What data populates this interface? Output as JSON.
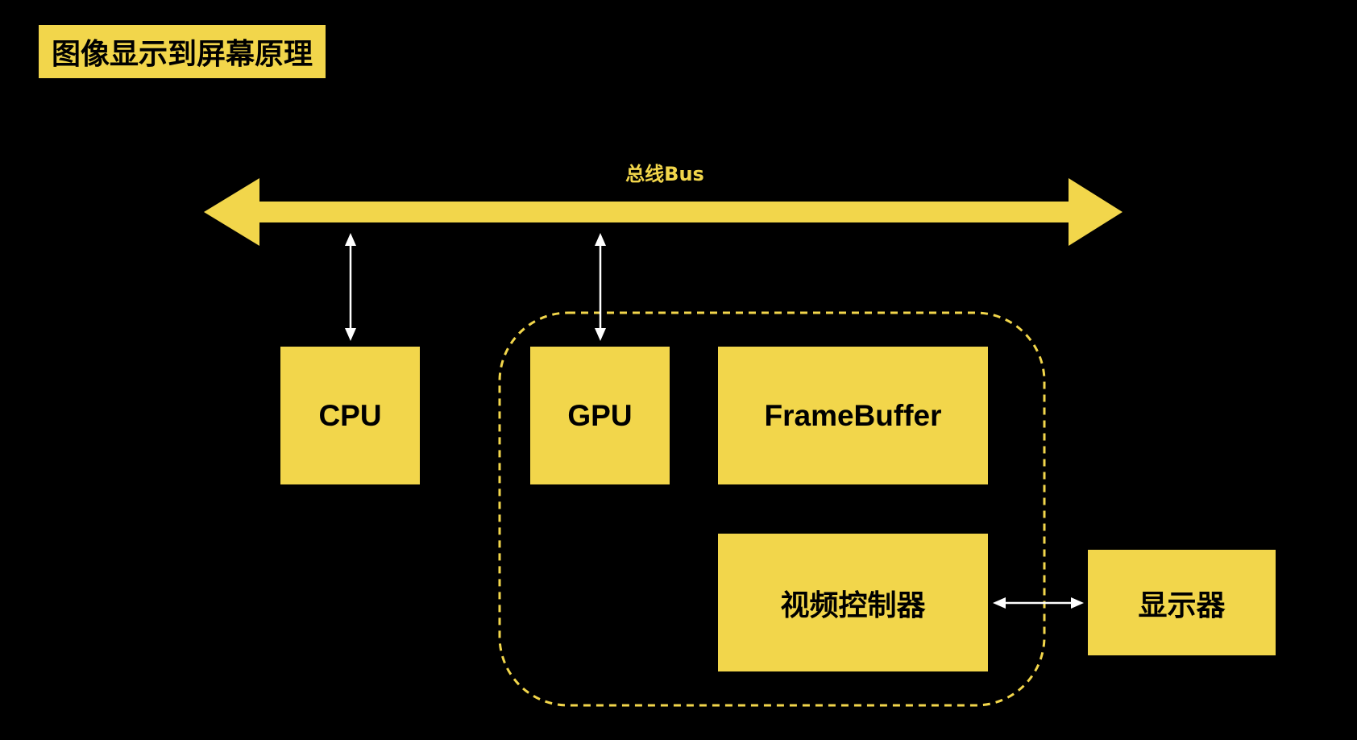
{
  "title": "图像显示到屏幕原理",
  "bus": {
    "label": "总线Bus"
  },
  "nodes": {
    "cpu": "CPU",
    "gpu": "GPU",
    "framebuffer": "FrameBuffer",
    "video_controller": "视频控制器",
    "display": "显示器"
  },
  "colors": {
    "background": "#000000",
    "accent": "#f2d64b",
    "connector": "#ffffff"
  }
}
